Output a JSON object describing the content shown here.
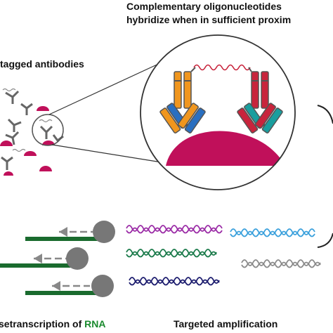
{
  "labels": {
    "title_line1": "Complementary oligonucleotides",
    "title_line2": "hybridize when in sufficient proxim",
    "tagged_antibodies": "tagged antibodies",
    "reverse_transcription_prefix": "setranscription of ",
    "reverse_transcription_rna": "RNA",
    "targeted_amplification": "Targeted amplification"
  },
  "colors": {
    "antigen": "#c0105a",
    "antibody_orange": "#f0961e",
    "antibody_blue": "#2a6fc0",
    "antibody_red": "#c8243c",
    "antibody_teal": "#1a9e9e",
    "antibody_outline": "#555555",
    "rna_green": "#1a6b2e",
    "bead_gray": "#777777",
    "oligo_purple": "#9b2ca6",
    "oligo_green": "#1a7a4a",
    "oligo_navy": "#1c1c6e",
    "oligo_lightblue": "#3aa0dc",
    "oligo_gray": "#8a8a8a",
    "rna_label_green": "#1a8a2e"
  }
}
